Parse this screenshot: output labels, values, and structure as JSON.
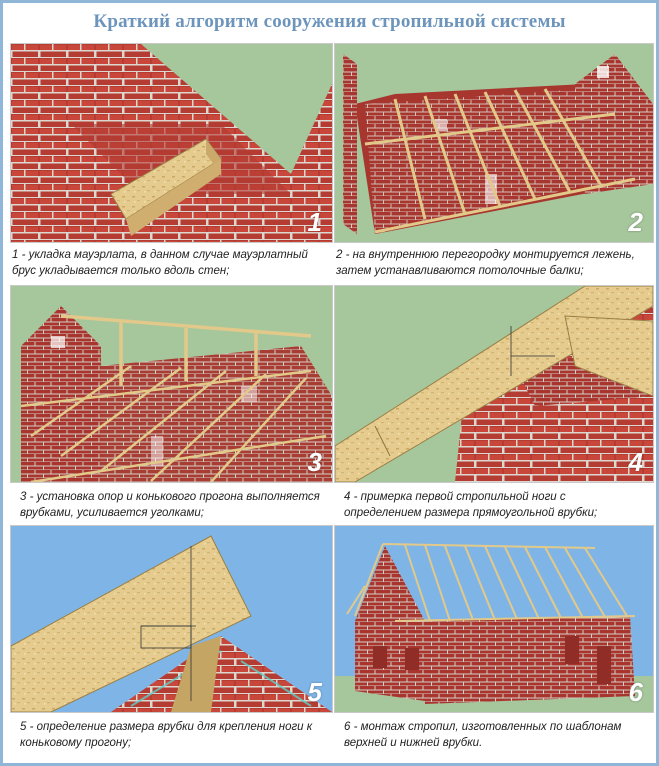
{
  "title": "Краткий алгоритм сооружения стропильной системы",
  "steps": [
    {
      "number": "1",
      "caption": "1 - укладка мауэрлата, в данном случае мауэрлатный брус укладывается только вдоль стен;"
    },
    {
      "number": "2",
      "caption": "2 - на внутреннюю перегородку монтируется лежень, затем устанавливаются потолочные балки;"
    },
    {
      "number": "3",
      "caption": "3 - установка опор и конькового прогона выполняется врубками, усиливается уголками;"
    },
    {
      "number": "4",
      "caption": "4 - примерка первой стропильной ноги с определением размера прямоугольной врубки;"
    },
    {
      "number": "5",
      "caption": "5 - определение размера врубки для крепления ноги к коньковому прогону;"
    },
    {
      "number": "6",
      "caption": "6 - монтаж стропил, изготовленных по шаблонам верхней и нижней врубки."
    }
  ],
  "colors": {
    "title": "#6d95bc",
    "frame": "#8fb6d6",
    "brick": "#b03a32",
    "mortar": "#d9d4cb",
    "timber": "#e2c98a",
    "grass": "#a6c69c",
    "sky": "#7fb5e6"
  }
}
